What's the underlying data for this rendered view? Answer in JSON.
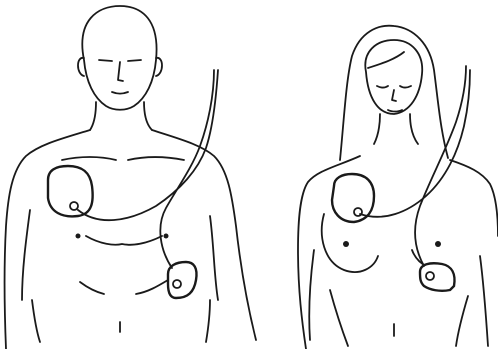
{
  "figure": {
    "colors": {
      "ink": "#1a1a1a",
      "background": "#ffffff",
      "pad_fill": "#ffffff"
    },
    "panels": [
      {
        "subject": "male-torso",
        "pads": [
          "upper-right-chest-pad",
          "lower-left-side-pad"
        ]
      },
      {
        "subject": "female-torso",
        "pads": [
          "upper-right-chest-pad",
          "lower-left-side-pad"
        ]
      }
    ]
  }
}
